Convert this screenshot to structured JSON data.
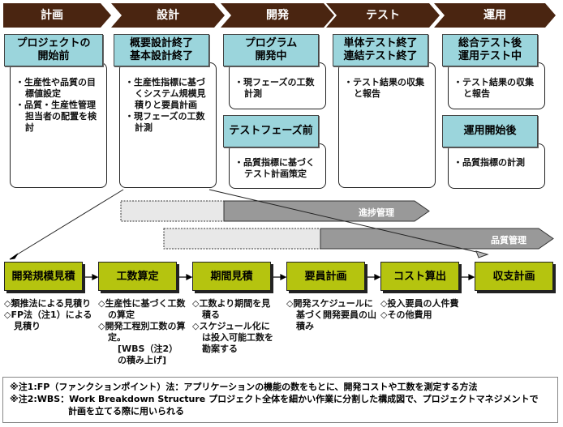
{
  "phases": [
    {
      "label": "計画"
    },
    {
      "label": "設計"
    },
    {
      "label": "開発"
    },
    {
      "label": "テスト"
    },
    {
      "label": "運用"
    }
  ],
  "milestones": [
    {
      "title_lines": [
        "プロジェクトの",
        "開始前"
      ],
      "items": [
        "生産性や品質の目標値設定",
        "品質・生産性管理担当者の配置を検討"
      ]
    },
    {
      "title_lines": [
        "概要設計終了",
        "基本設計終了"
      ],
      "items": [
        "生産性指標に基づくシステム規模見積りと要員計画",
        "現フェーズの工数計測"
      ]
    },
    {
      "title_lines": [
        "プログラム",
        "開発中"
      ],
      "items": [
        "現フェーズの工数計測"
      ]
    },
    {
      "title_lines": [
        "単体テスト終了",
        "連結テスト終了"
      ],
      "items": [
        "テスト結果の収集と報告"
      ]
    },
    {
      "title_lines": [
        "総合テスト後",
        "運用テスト中"
      ],
      "items": [
        "テスト結果の収集と報告"
      ]
    },
    {
      "title_lines": [
        "テストフェーズ前"
      ],
      "items": [
        "品質指標に基づくテスト計画策定"
      ]
    },
    {
      "title_lines": [
        "運用開始後"
      ],
      "items": [
        "品質指標の計測"
      ]
    }
  ],
  "bullet": "・",
  "management": [
    {
      "label": "進捗管理"
    },
    {
      "label": "品質管理"
    }
  ],
  "processes": [
    {
      "label": "開発規模見積",
      "items": [
        {
          "text": "類推法による見積り"
        },
        {
          "text": "FP法（注1）による見積り"
        }
      ]
    },
    {
      "label": "工数算定",
      "items": [
        {
          "text": "生産性に基づく工数の算定"
        },
        {
          "text": "開発工程別工数の算定。"
        }
      ],
      "sub": [
        "[WBS（注2）",
        "の積み上げ]"
      ]
    },
    {
      "label": "期間見積",
      "items": [
        {
          "text": "工数より期間を見積る"
        },
        {
          "text": "スケジュール化には投入可能工数を勘案する"
        }
      ]
    },
    {
      "label": "要員計画",
      "items": [
        {
          "text": "開発スケジュールに基づく開発要員の山積み"
        }
      ]
    },
    {
      "label": "コスト算出",
      "items": [
        {
          "text": "投入要員の人件費"
        },
        {
          "text": "その他費用"
        }
      ]
    },
    {
      "label": "収支計画",
      "items": []
    }
  ],
  "diamond": "◇",
  "notes": {
    "line1": "※注1:FP（ファンクションポイント）法：アプリケーションの機能の数をもとに、開発コストや工数を測定する方法",
    "line2": "※注2:WBS：Work Breakdown Structure プロジェクト全体を細かい作業に分割した構成図で、プロジェクトマネジメントで",
    "line3": "計画を立てる際に用いられる"
  },
  "colors": {
    "phase": "#4a2511",
    "milestone": "#9bd5dc",
    "process": "#b5c40f",
    "bar_dark": "#999999",
    "bar_light": "#e8e8e8"
  }
}
